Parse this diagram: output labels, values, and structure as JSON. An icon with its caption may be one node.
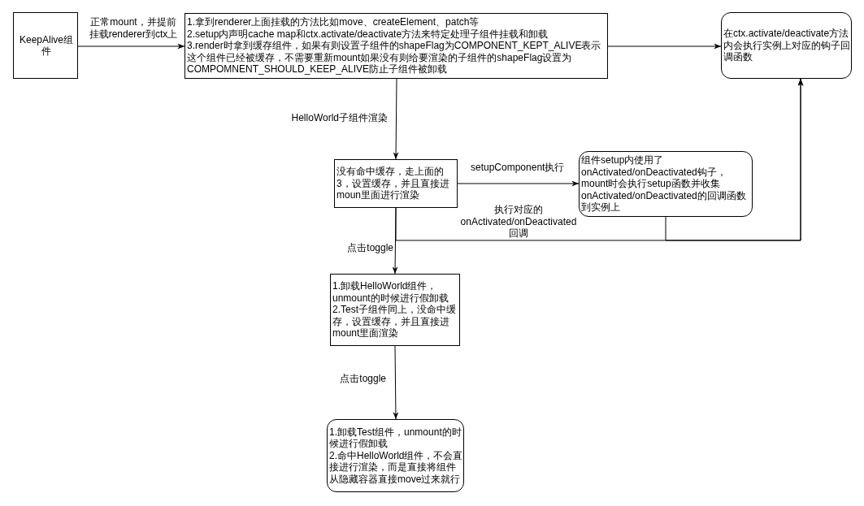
{
  "diagram": {
    "nodes": [
      {
        "text": [
          "KeepAlive组件"
        ]
      },
      {
        "text": [
          "1.拿到renderer上面挂载的方法比如move、createElement、patch等",
          "2.setup内声明cache map和ctx.activate/deactivate方法来特定处理子组件挂载和卸载",
          "3.render时拿到缓存组件，如果有则设置子组件的shapeFlag为COMPONENT_KEPT_ALIVE表示这个组件已经被缓存，不需要重新mount如果没有则给要渲染的子组件的shapeFlag设置为COMPOMNENT_SHOULD_KEEP_ALIVE防止子组件被卸载"
        ]
      },
      {
        "text": [
          "在ctx.activate/deactivate方法内会执行实例上对应的钩子回调函数"
        ]
      },
      {
        "text": [
          "没有命中缓存，走上面的3，设置缓存，并且直接进moun里面进行渲染"
        ]
      },
      {
        "text": [
          "组件setup内使用了onActivated/onDeactivated钩子，mount时会执行setup函数并收集onActivated/onDeactivated的回调函数到实例上"
        ]
      },
      {
        "text": [
          "1.卸载HelloWorld组件，unmount的时候进行假卸载",
          "2.Test子组件同上，没命中缓存，设置缓存，并且直接进mount里面渲染"
        ]
      },
      {
        "text": [
          "1.卸载Test组件，unmount的时候进行假卸载",
          "2.命中HelloWorld组件，不会直接进行渲染，而是直接将组件从隐藏容器直接move过来就行"
        ]
      }
    ],
    "edges": [
      {
        "from": 0,
        "to": 1,
        "arrow": "to",
        "label": "正常mount，并提前挂载renderer到ctx上"
      },
      {
        "from": 1,
        "to": 2,
        "arrow": "to"
      },
      {
        "from": 1,
        "to": 3,
        "arrow": "to",
        "label": "HelloWorld子组件渲染"
      },
      {
        "from": 3,
        "to": 4,
        "arrow": "to",
        "label": "setupComponent执行"
      },
      {
        "from": 3,
        "to": 5,
        "arrow": "to",
        "label": "点击toggle"
      },
      {
        "from": 3,
        "to": 2,
        "arrow": "to",
        "label": "执行对应的onActivated/onDeactivated回调"
      },
      {
        "from": 4,
        "to": 2,
        "arrow": "to"
      },
      {
        "from": 5,
        "to": 6,
        "arrow": "to",
        "label": "点击toggle"
      }
    ]
  }
}
